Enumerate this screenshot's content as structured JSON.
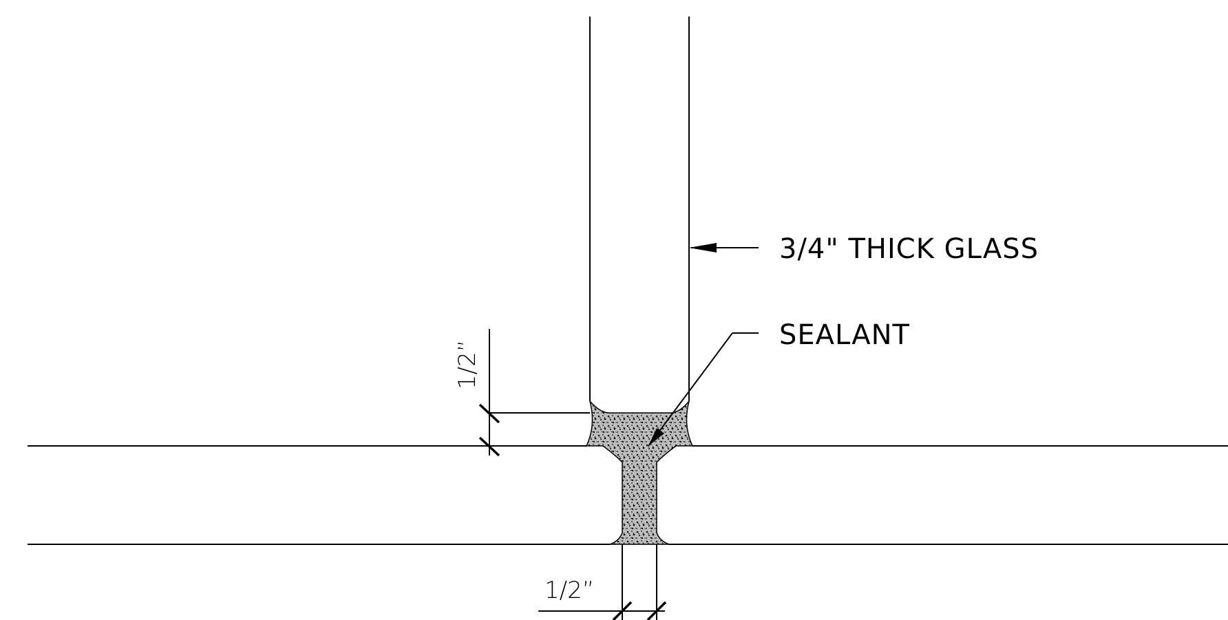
{
  "callouts": {
    "glass": "3/4\" THICK GLASS",
    "sealant": "SEALANT"
  },
  "dimensions": {
    "vertical": "1/2”",
    "horizontal": "1/2”"
  }
}
